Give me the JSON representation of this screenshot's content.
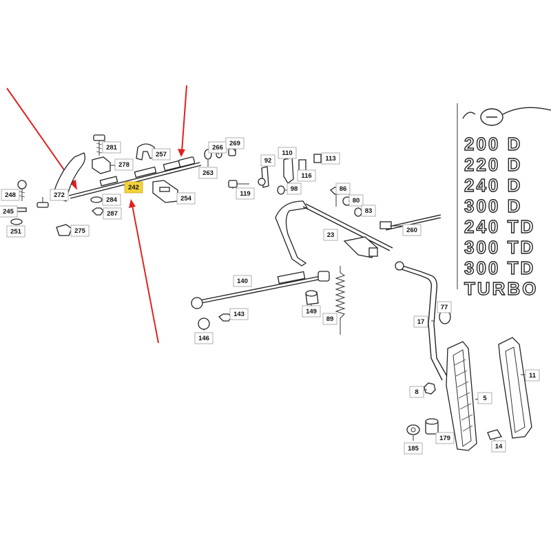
{
  "callouts": [
    {
      "id": "281",
      "label": "281"
    },
    {
      "id": "257",
      "label": "257"
    },
    {
      "id": "278",
      "label": "278"
    },
    {
      "id": "266",
      "label": "266"
    },
    {
      "id": "269",
      "label": "269"
    },
    {
      "id": "263",
      "label": "263"
    },
    {
      "id": "110",
      "label": "110"
    },
    {
      "id": "113",
      "label": "113"
    },
    {
      "id": "92",
      "label": "92"
    },
    {
      "id": "116",
      "label": "116"
    },
    {
      "id": "248",
      "label": "248"
    },
    {
      "id": "272",
      "label": "272"
    },
    {
      "id": "242",
      "label": "242",
      "highlight": true
    },
    {
      "id": "254",
      "label": "254"
    },
    {
      "id": "284",
      "label": "284"
    },
    {
      "id": "287",
      "label": "287"
    },
    {
      "id": "245",
      "label": "245"
    },
    {
      "id": "251",
      "label": "251"
    },
    {
      "id": "275",
      "label": "275"
    },
    {
      "id": "119",
      "label": "119"
    },
    {
      "id": "98",
      "label": "98"
    },
    {
      "id": "86",
      "label": "86"
    },
    {
      "id": "80",
      "label": "80"
    },
    {
      "id": "83",
      "label": "83"
    },
    {
      "id": "260",
      "label": "260"
    },
    {
      "id": "23",
      "label": "23"
    },
    {
      "id": "140",
      "label": "140"
    },
    {
      "id": "149",
      "label": "149"
    },
    {
      "id": "89",
      "label": "89"
    },
    {
      "id": "143",
      "label": "143"
    },
    {
      "id": "146",
      "label": "146"
    },
    {
      "id": "77",
      "label": "77"
    },
    {
      "id": "17",
      "label": "17"
    },
    {
      "id": "11",
      "label": "11"
    },
    {
      "id": "8",
      "label": "8"
    },
    {
      "id": "5",
      "label": "5"
    },
    {
      "id": "185",
      "label": "185"
    },
    {
      "id": "179",
      "label": "179"
    },
    {
      "id": "14",
      "label": "14"
    }
  ],
  "model_badges": [
    "200 D",
    "220 D",
    "240 D",
    "300 D",
    "240 TD",
    "300 TD",
    "300 TD",
    "TURBO"
  ],
  "colors": {
    "highlight": "#f3d23a",
    "arrow": "#e02020",
    "line": "#222222"
  }
}
